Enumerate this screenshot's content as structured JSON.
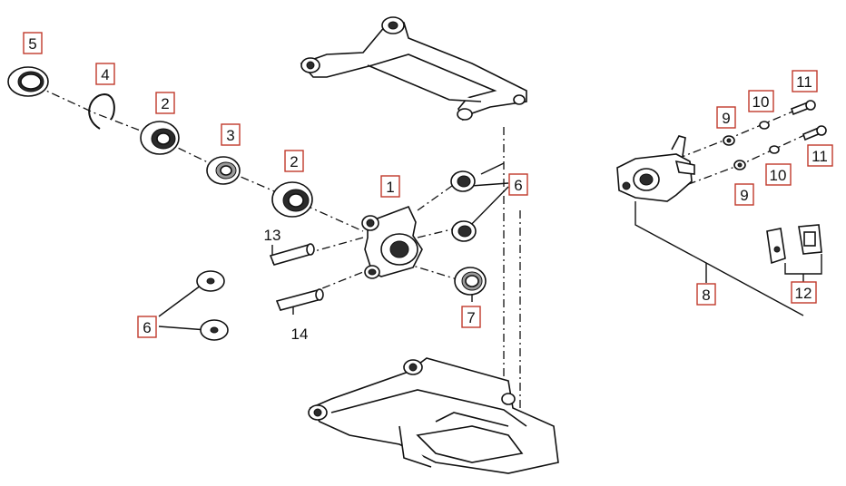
{
  "callouts": [
    {
      "label": "5"
    },
    {
      "label": "4"
    },
    {
      "label": "2"
    },
    {
      "label": "3"
    },
    {
      "label": "2"
    },
    {
      "label": "1"
    },
    {
      "label": "6"
    },
    {
      "label": "7"
    },
    {
      "label": "6"
    },
    {
      "label": "8"
    },
    {
      "label": "9"
    },
    {
      "label": "10"
    },
    {
      "label": "11"
    },
    {
      "label": "9"
    },
    {
      "label": "10"
    },
    {
      "label": "11"
    },
    {
      "label": "12"
    }
  ],
  "plain_labels": [
    {
      "label": "13"
    },
    {
      "label": "14"
    }
  ]
}
